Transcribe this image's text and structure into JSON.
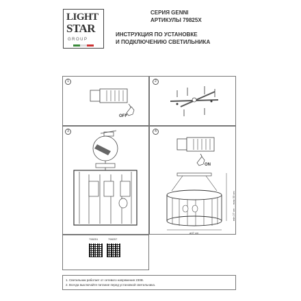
{
  "header": {
    "series": "СЕРИЯ GENNI",
    "articles": "АРТИКУЛЫ 79825X",
    "title_line1": "ИНСТРУКЦИЯ ПО УСТАНОВКЕ",
    "title_line2": "И ПОДКЛЮЧЕНИЮ СВЕТИЛЬНИКА"
  },
  "logo": {
    "line1": "LIGHT",
    "line2": "STAR",
    "line3": "GROUP"
  },
  "steps": [
    {
      "number": "1",
      "label": "OFF"
    },
    {
      "number": "2"
    },
    {
      "number": "3"
    },
    {
      "number": "4",
      "label": "ON"
    }
  ],
  "dimensions": {
    "height": "min 27 cm ... max 33 cm",
    "diameter": "ø47 cm"
  },
  "codes": [
    "798251",
    "798257"
  ],
  "notes": [
    "1. Светильник работает от сетевого напряжения 230В.",
    "2. Всегда выключайте питание перед установкой светильника."
  ]
}
